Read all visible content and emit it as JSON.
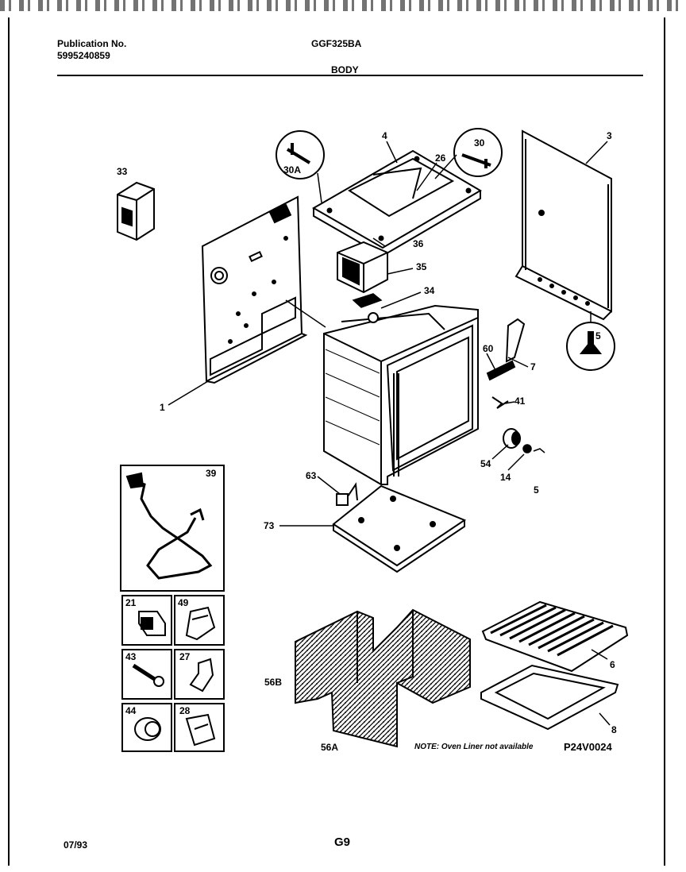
{
  "header": {
    "publication_label": "Publication No.",
    "publication_number": "5995240859",
    "model": "GGF325BA",
    "section": "BODY"
  },
  "callouts": {
    "c1": "1",
    "c3": "3",
    "c4": "4",
    "c5": "5",
    "c6": "6",
    "c7": "7",
    "c8": "8",
    "c14": "14",
    "c15": "5",
    "c21": "21",
    "c26": "26",
    "c27": "27",
    "c28": "28",
    "c30": "30",
    "c30a": "30A",
    "c33": "33",
    "c34": "34",
    "c35": "35",
    "c36": "36",
    "c39": "39",
    "c41": "41",
    "c43": "43",
    "c44": "44",
    "c49": "49",
    "c54": "54",
    "c56a": "56A",
    "c56b": "56B",
    "c60": "60",
    "c63": "63",
    "c73": "73"
  },
  "note": "NOTE: Oven Liner not available",
  "diagram_code": "P24V0024",
  "footer": {
    "date": "07/93",
    "page": "G9"
  }
}
